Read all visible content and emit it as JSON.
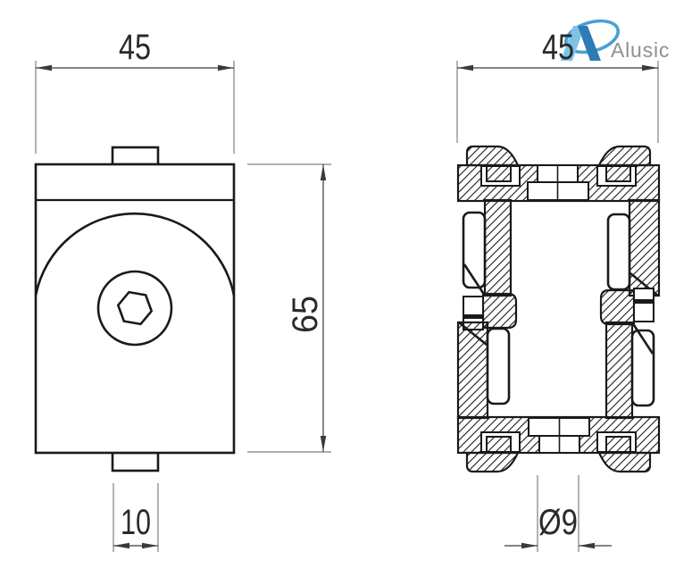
{
  "brand": {
    "name": "Alusic",
    "logo_light_blue": "#7cc3e8",
    "logo_dark_blue": "#2e7bb5",
    "logo_swoosh_blue": "#49a0d5",
    "text_gray": "#8d8f91"
  },
  "front_view": {
    "width_label": "45",
    "height_label": "65",
    "tab_width_label": "10"
  },
  "section_view": {
    "width_label": "45",
    "hole_diameter_label": "Ø9"
  }
}
